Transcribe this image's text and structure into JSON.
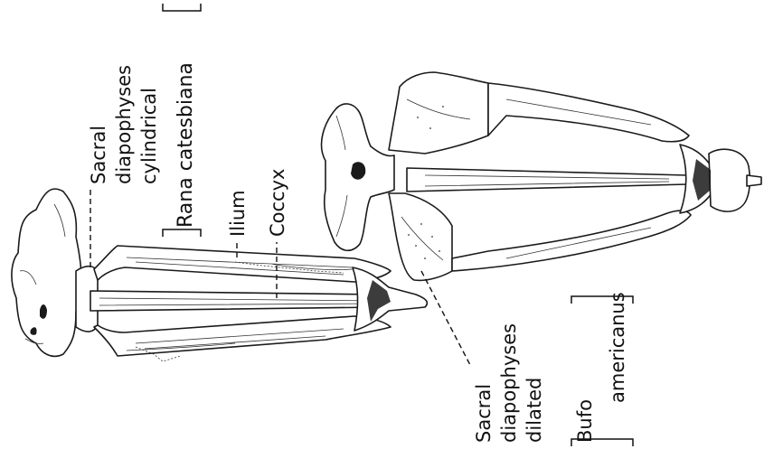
{
  "labels": {
    "rana_diapophyses": [
      "Sacral",
      "diapophyses",
      "cylindrical"
    ],
    "rana_species": "Rana catesbiana",
    "ilium": "Ilium",
    "coccyx": "Coccyx",
    "bufo_diapophyses": [
      "Sacral",
      "diapophyses",
      "dilated"
    ],
    "bufo_species": [
      "Bufo",
      "americanus"
    ]
  },
  "colors": {
    "ink": "#111111",
    "paper": "#ffffff"
  }
}
